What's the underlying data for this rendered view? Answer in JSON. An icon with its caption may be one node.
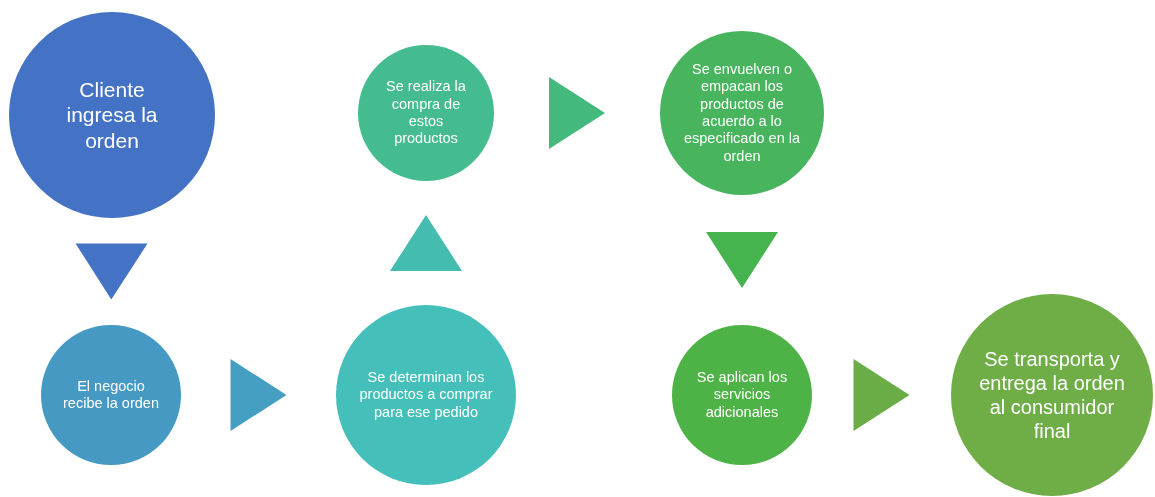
{
  "diagram": {
    "nodes": [
      {
        "text": [
          "Cliente ingresa la orden"
        ]
      },
      {
        "text": [
          "El negocio recibe la orden"
        ]
      },
      {
        "text": [
          "Se determinan los productos a comprar para ese pedido"
        ]
      },
      {
        "text": [
          "Se realiza la compra de estos productos"
        ]
      },
      {
        "text": [
          "Se envuelven o empacan los productos de acuerdo a lo especificado en la orden"
        ]
      },
      {
        "text": [
          "Se aplican los servicios adicionales"
        ]
      },
      {
        "text": [
          "Se transporta y entrega la orden al consumidor final"
        ]
      }
    ],
    "edges": [
      {
        "from": 0,
        "to": 1,
        "arrow": "to",
        "color": "#4472c4"
      },
      {
        "from": 1,
        "to": 2,
        "arrow": "to",
        "color": "#459fc2"
      },
      {
        "from": 2,
        "to": 3,
        "arrow": "to",
        "color": "#44bcaf"
      },
      {
        "from": 3,
        "to": 4,
        "arrow": "to",
        "color": "#44b97e"
      },
      {
        "from": 4,
        "to": 5,
        "arrow": "to",
        "color": "#46b44e"
      },
      {
        "from": 5,
        "to": 6,
        "arrow": "to",
        "color": "#6aad47"
      }
    ]
  }
}
